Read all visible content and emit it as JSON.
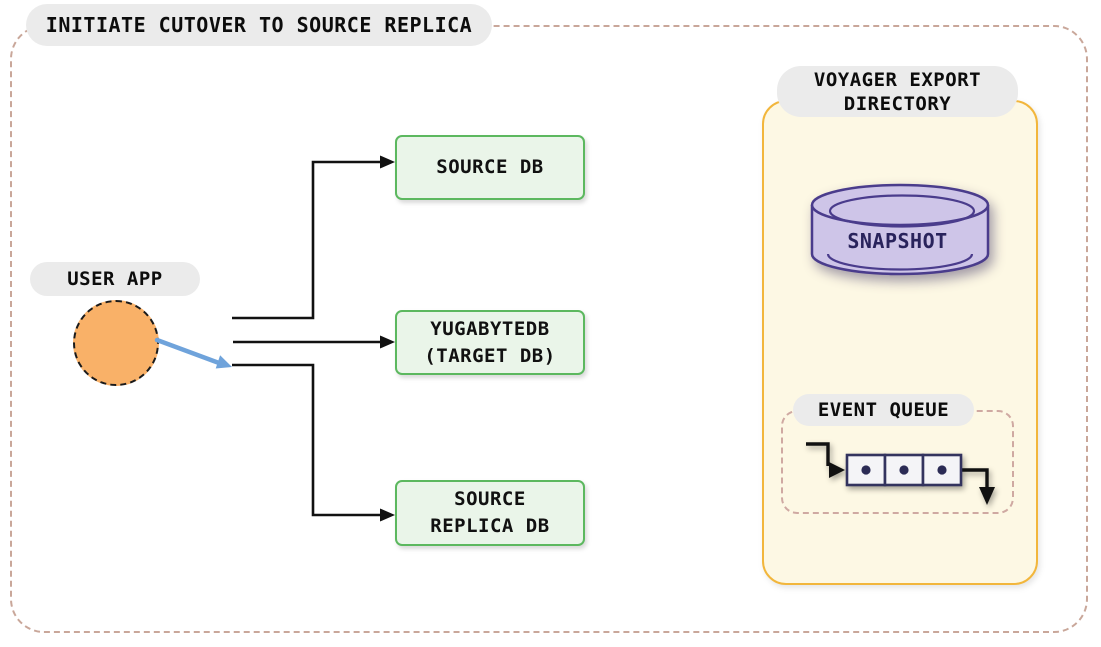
{
  "title": "INITIATE CUTOVER TO SOURCE REPLICA",
  "user_app": {
    "label": "USER APP"
  },
  "db_boxes": {
    "source": {
      "label": "SOURCE DB"
    },
    "target": {
      "line1": "YUGABYTEDB",
      "line2": "(TARGET DB)"
    },
    "replica": {
      "line1": "SOURCE",
      "line2": "REPLICA DB"
    }
  },
  "voyager": {
    "label_line1": "VOYAGER EXPORT",
    "label_line2": "DIRECTORY",
    "snapshot_label": "SNAPSHOT",
    "event_queue_label": "EVENT QUEUE"
  },
  "edges": [
    {
      "from": "user-app",
      "to": "source-db",
      "style": "black-elbow-arrow"
    },
    {
      "from": "user-app",
      "to": "yugabytedb-target-db",
      "style": "black-arrow"
    },
    {
      "from": "user-app",
      "to": "source-replica-db",
      "style": "black-elbow-arrow"
    },
    {
      "from": "user-app",
      "to": "source-replica-connection",
      "style": "blue-highlight-arrow"
    }
  ],
  "colors": {
    "outer_border": "#c9a79a",
    "pill_bg": "#ebebeb",
    "green_box_fill": "#eaf5e9",
    "green_box_border": "#5cb85f",
    "circle_fill": "#f9b168",
    "blue_arrow": "#6fa3db",
    "panel_fill": "#fdf8e4",
    "panel_border": "#f2b63c",
    "cylinder_fill": "#cec5e8",
    "cylinder_stroke": "#4a3c8c",
    "queue_square_fill": "#f4f4f7",
    "queue_square_border": "#33335e",
    "connector": "#111111"
  }
}
